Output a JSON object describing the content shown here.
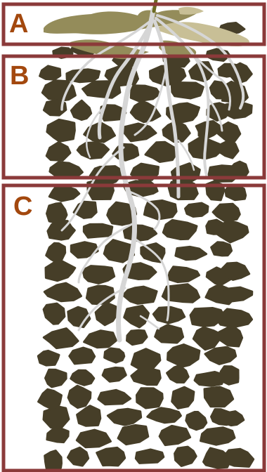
{
  "colors": {
    "frame": "#8b3a3a",
    "label": "#a3480e",
    "soil": "#463e28",
    "litter": "#948c5a",
    "litter_light": "#c8bf96",
    "root": "#d6d6d6",
    "stem": "#6b6a22"
  },
  "horizons": [
    {
      "label": "A"
    },
    {
      "label": "B"
    },
    {
      "label": "C"
    }
  ]
}
